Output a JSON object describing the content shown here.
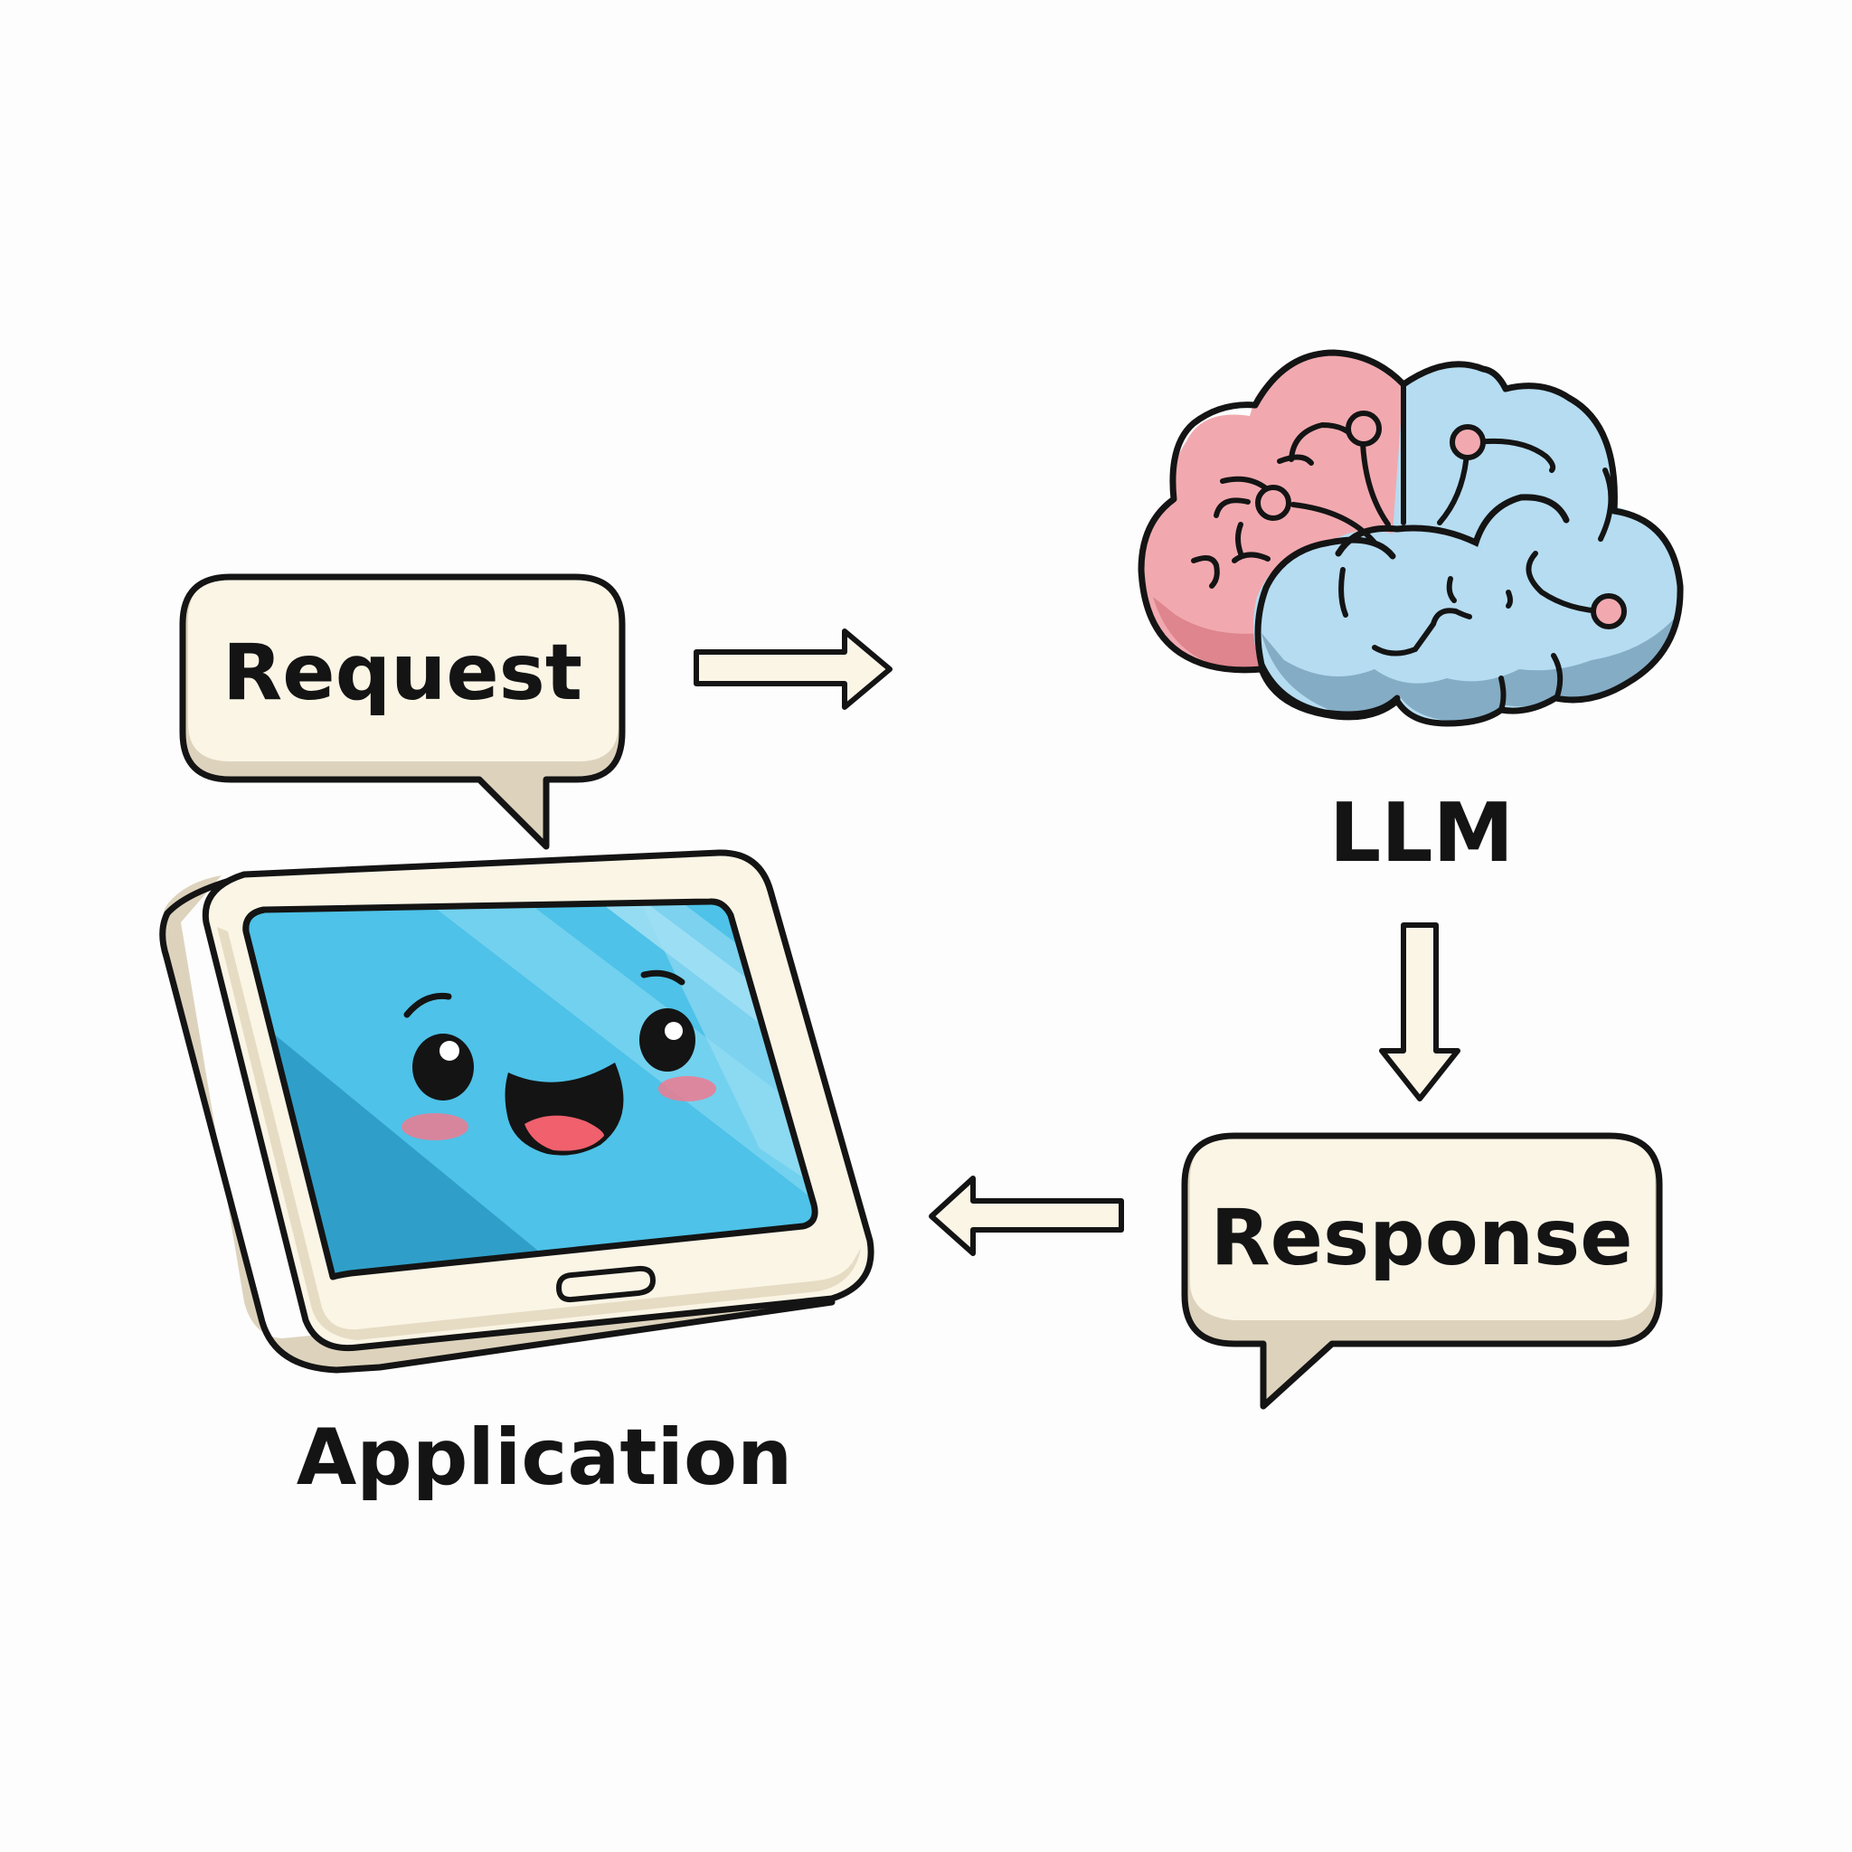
{
  "diagram": {
    "nodes": {
      "request": {
        "label": "Request"
      },
      "llm": {
        "label": "LLM",
        "icon": "brain-icon"
      },
      "response": {
        "label": "Response"
      },
      "application": {
        "label": "Application",
        "icon": "smiling-tablet-icon"
      }
    },
    "edges": [
      {
        "from": "request",
        "to": "llm",
        "direction": "right"
      },
      {
        "from": "llm",
        "to": "response",
        "direction": "down"
      },
      {
        "from": "response",
        "to": "application",
        "direction": "left"
      }
    ]
  },
  "colors": {
    "background": "#fdfdfd",
    "outline": "#141414",
    "bubble_fill": "#fbf5e6",
    "bubble_shadow": "#ddd3bd",
    "screen_blue": "#4ec2e8",
    "brain_pink": "#f1a9af",
    "brain_blue": "#b5dcf1"
  }
}
